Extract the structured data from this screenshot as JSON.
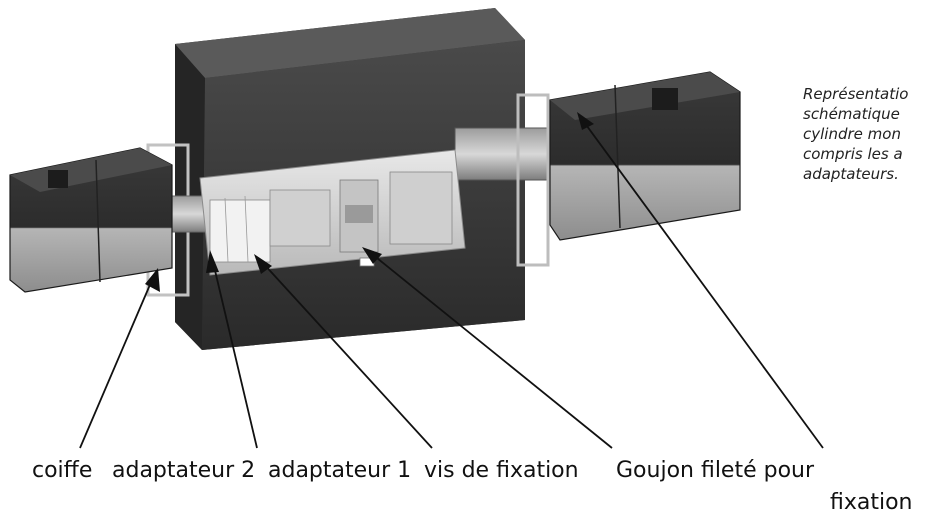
{
  "caption": {
    "lines": [
      "Représentatio",
      "schématique",
      "cylindre mon",
      "compris les a",
      "adaptateurs."
    ]
  },
  "labels": {
    "coiffe": "coiffe",
    "adaptateur2": "adaptateur 2",
    "adaptateur1": "adaptateur 1",
    "vis": "vis de fixation",
    "goujon_line1": "Goujon fileté pour",
    "goujon_line2": "fixation"
  }
}
